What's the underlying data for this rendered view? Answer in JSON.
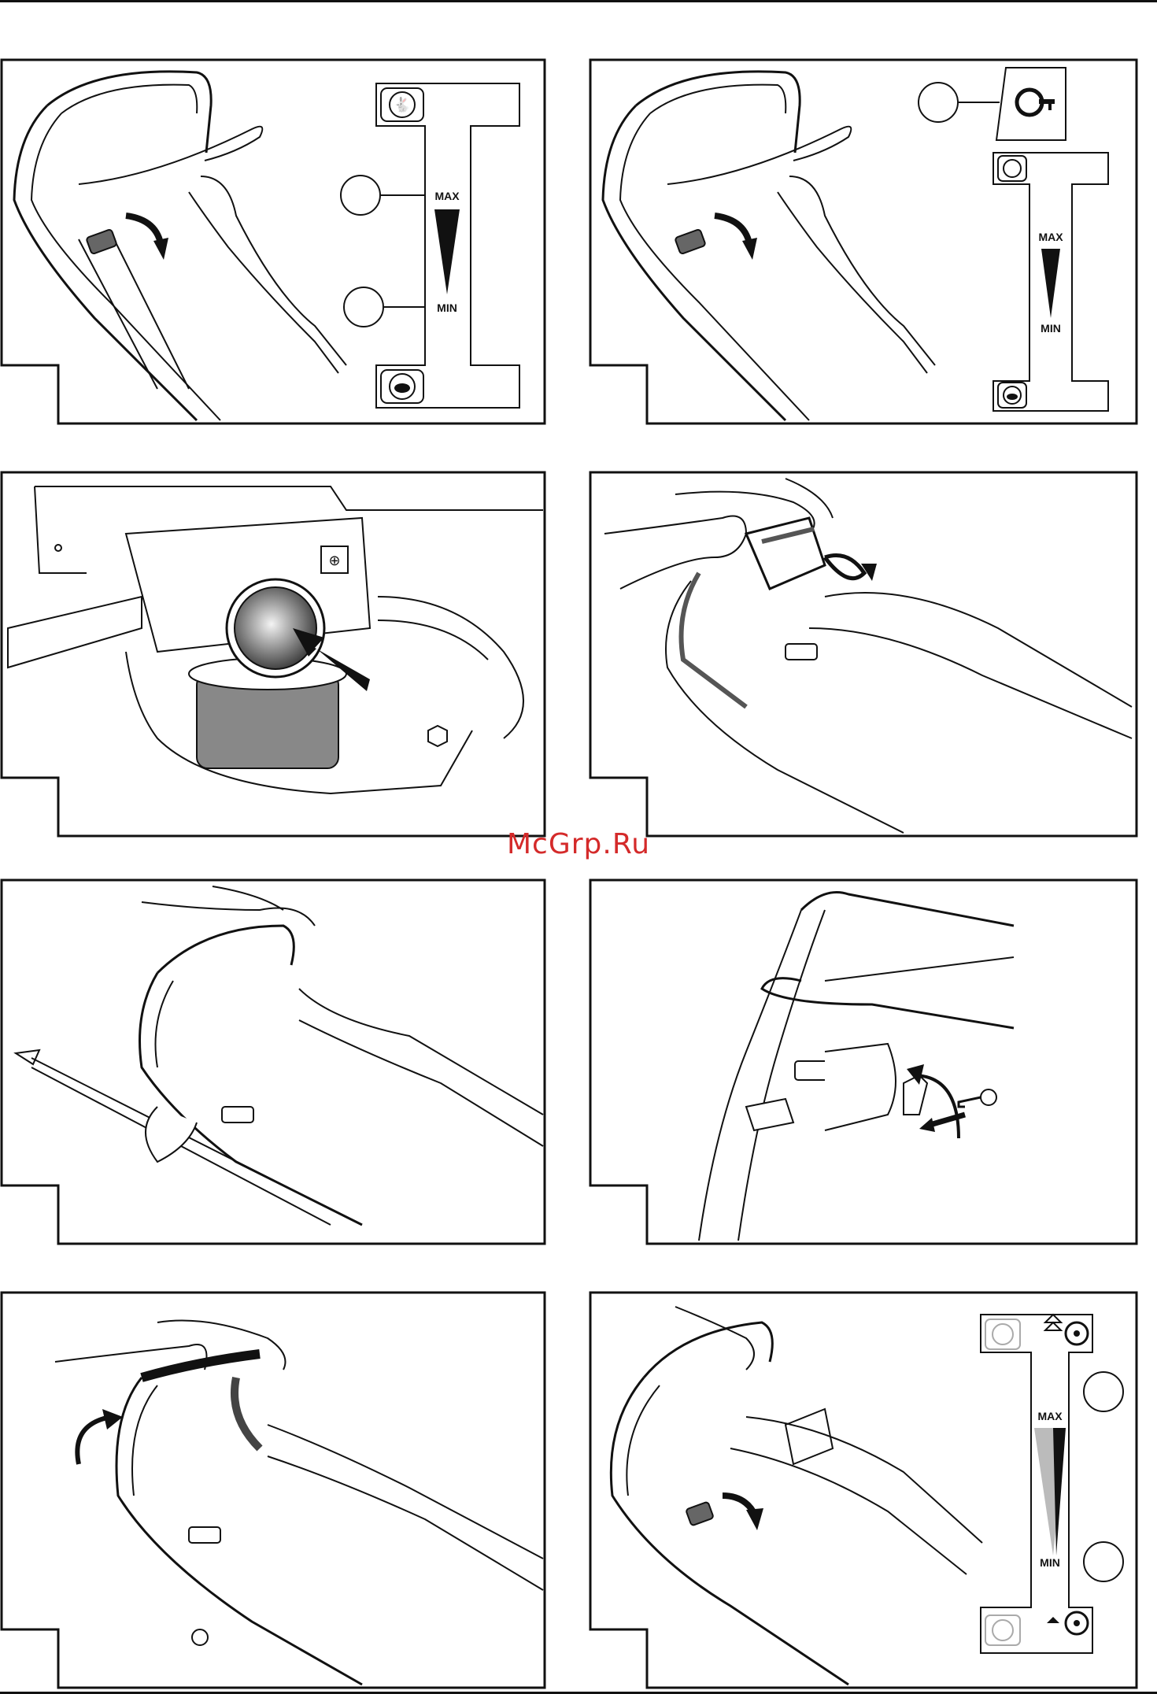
{
  "watermark": "McGrp.Ru",
  "speed_scale": {
    "max_label": "MAX",
    "min_label": "MIN"
  },
  "panels": [
    {
      "id": "speed-control-lever",
      "icons": [
        "rabbit-icon",
        "turtle-icon"
      ]
    },
    {
      "id": "speed-control-with-key",
      "icons": [
        "key-icon",
        "rabbit-icon",
        "turtle-icon"
      ]
    },
    {
      "id": "fuel-cap-fill"
    },
    {
      "id": "handle-grip-lift"
    },
    {
      "id": "pull-start-cord"
    },
    {
      "id": "insert-ignition-key"
    },
    {
      "id": "handle-raise"
    },
    {
      "id": "drive-engage-lever",
      "icons": [
        "blade-icon",
        "rabbit-icon",
        "turtle-icon"
      ]
    }
  ],
  "colors": {
    "line": "#111111",
    "shade": "#777777",
    "watermark": "#d42a2a"
  }
}
